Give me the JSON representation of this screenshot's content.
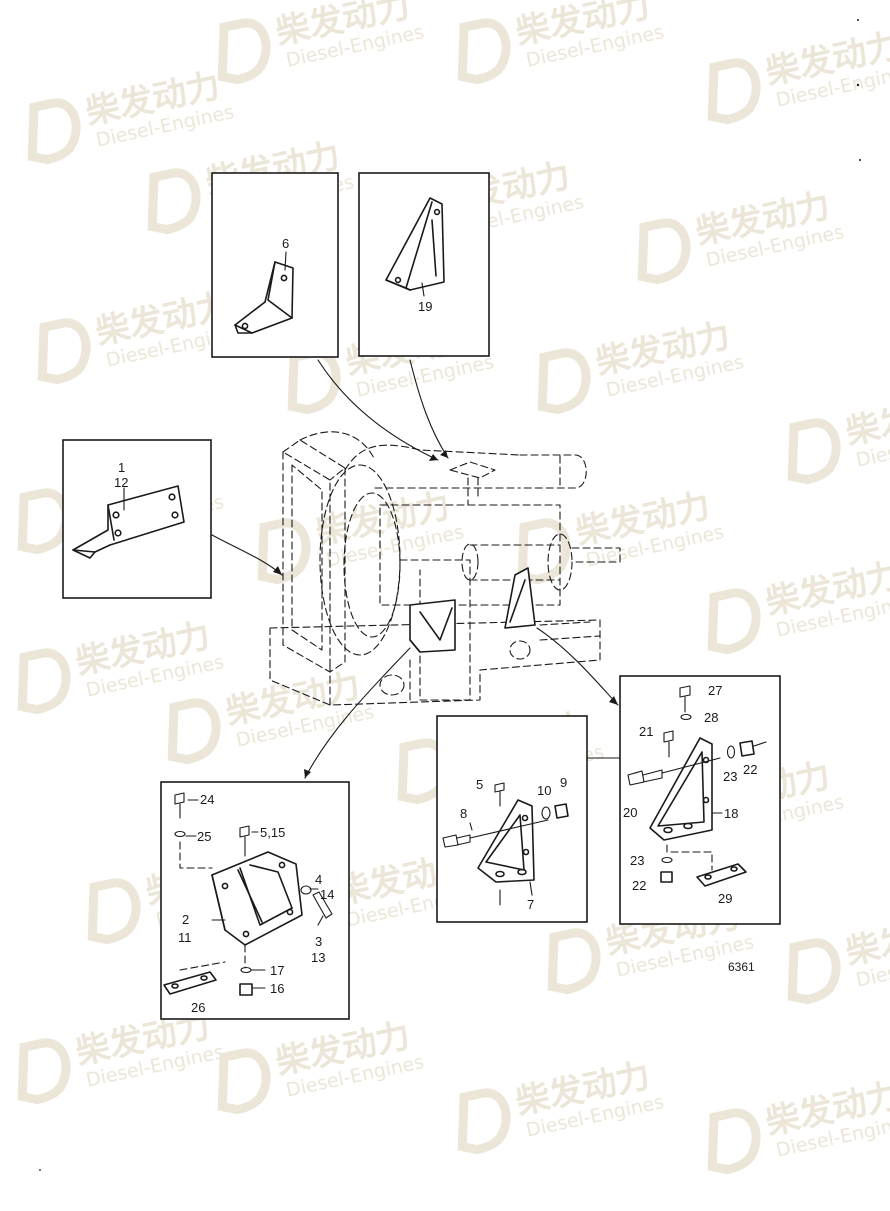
{
  "drawing_number": "6361",
  "watermark": {
    "brand_cn": "柴发动力",
    "brand_en": "Diesel-Engines",
    "color": "#ece6d8"
  },
  "callouts": {
    "p1": "1",
    "p12": "12",
    "p6": "6",
    "p19": "19",
    "p5": "5",
    "p8": "8",
    "p10": "10",
    "p9": "9",
    "p7": "7",
    "p27": "27",
    "p28": "28",
    "p21": "21",
    "p23a": "23",
    "p22a": "22",
    "p20": "20",
    "p18": "18",
    "p23b": "23",
    "p22b": "22",
    "p29": "29",
    "p24": "24",
    "p25": "25",
    "p515": "5,15",
    "p4": "4",
    "p14": "14",
    "p2": "2",
    "p11": "11",
    "p3": "3",
    "p13": "13",
    "p17": "17",
    "p16": "16",
    "p26": "26"
  }
}
